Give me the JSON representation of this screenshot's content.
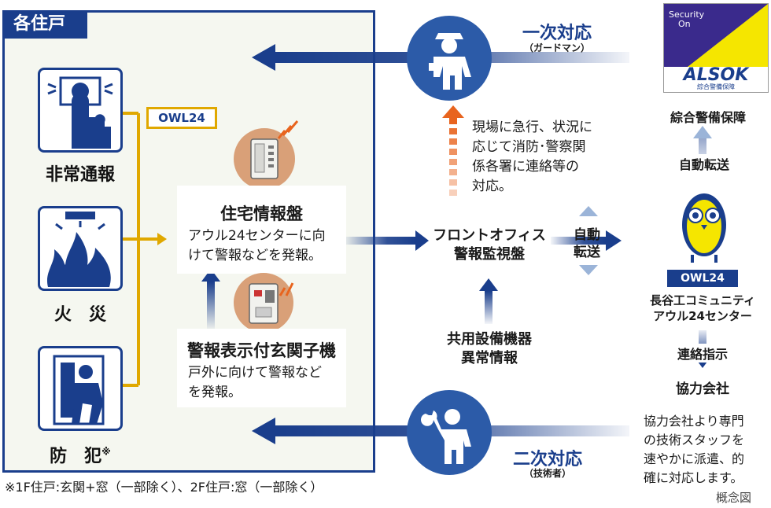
{
  "panel": {
    "title": "各住戸"
  },
  "residence": {
    "items": [
      {
        "label": "非常通報"
      },
      {
        "label": "火　災"
      },
      {
        "label": "防　犯",
        "mark": "※"
      }
    ],
    "owl_tag": "OWL24"
  },
  "house_panel": {
    "title": "住宅情報盤",
    "desc_1": "アウル24センターに向",
    "desc_2": "けて警報などを発報。"
  },
  "entrance": {
    "title": "警報表示付玄関子機",
    "desc_1": "戸外に向けて警報など",
    "desc_2": "を発報。"
  },
  "front_office": {
    "line1": "フロントオフィス",
    "line2": "警報監視盤"
  },
  "auto_transfer_mid": {
    "line1": "自動",
    "line2": "転送"
  },
  "shared_equipment": {
    "line1": "共用設備機器",
    "line2": "異常情報"
  },
  "primary": {
    "title": "一次対応",
    "sub": "（ガードマン）"
  },
  "secondary": {
    "title": "二次対応",
    "sub": "（技術者）"
  },
  "dispatch_note": {
    "l1": "現場に急行、状況に",
    "l2": "応じて消防･警察関",
    "l3": "係各署に連絡等の",
    "l4": "対応。"
  },
  "alsok": {
    "badge_line1": "Security",
    "badge_line2": "On",
    "logo": "ALSOK",
    "logo_sub": "綜合警備保障",
    "caption": "綜合警備保障"
  },
  "auto_transfer_right": "自動転送",
  "owl_center": {
    "tag": "OWL24",
    "line1": "長谷工コミュニティ",
    "line2": "アウル24センター"
  },
  "contact": "連絡指示",
  "partner": {
    "title": "協力会社",
    "l1": "協力会社より専門",
    "l2": "の技術スタッフを",
    "l3": "速やかに派遣、的",
    "l4": "確に対応します。"
  },
  "footnote": "※1F住戸:玄関+窓（一部除く）、2F住戸:窓（一部除く）",
  "concept": "概念図",
  "colors": {
    "navy": "#1a3e8c",
    "gold": "#e0a800",
    "orange": "#e8641e",
    "yellow": "#f5e600",
    "purple": "#3a2a8c"
  }
}
